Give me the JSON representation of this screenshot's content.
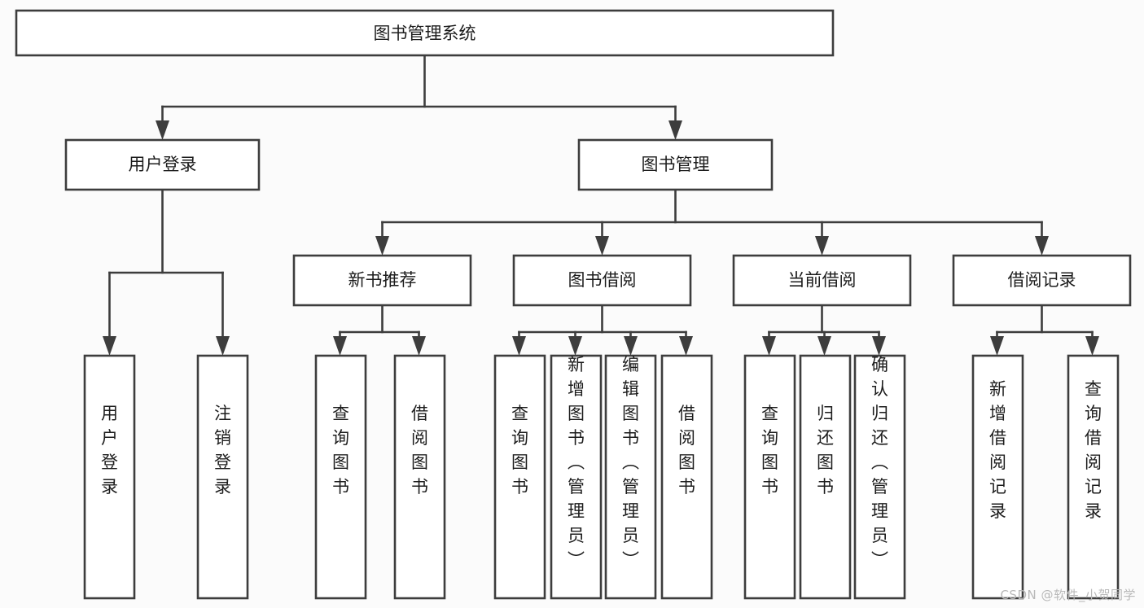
{
  "diagram": {
    "type": "hierarchy-tree",
    "title": "图书管理系统",
    "root": {
      "id": "root",
      "label": "图书管理系统"
    },
    "level2": [
      {
        "id": "user-login",
        "label": "用户登录"
      },
      {
        "id": "book-manage",
        "label": "图书管理"
      }
    ],
    "level3": [
      {
        "id": "new-book-rec",
        "label": "新书推荐",
        "parent": "book-manage"
      },
      {
        "id": "book-borrow",
        "label": "图书借阅",
        "parent": "book-manage"
      },
      {
        "id": "current-borrow",
        "label": "当前借阅",
        "parent": "book-manage"
      },
      {
        "id": "borrow-record",
        "label": "借阅记录",
        "parent": "book-manage"
      }
    ],
    "leaves": [
      {
        "id": "leaf-user-login",
        "label": "用户登录",
        "parent": "user-login"
      },
      {
        "id": "leaf-user-logout",
        "label": "注销登录",
        "parent": "user-login"
      },
      {
        "id": "leaf-rec-query",
        "label": "查询图书",
        "parent": "new-book-rec"
      },
      {
        "id": "leaf-rec-borrow",
        "label": "借阅图书",
        "parent": "new-book-rec"
      },
      {
        "id": "leaf-borrow-query",
        "label": "查询图书",
        "parent": "book-borrow"
      },
      {
        "id": "leaf-borrow-add",
        "label": "新增图书（管理员）",
        "parent": "book-borrow"
      },
      {
        "id": "leaf-borrow-edit",
        "label": "编辑图书（管理员）",
        "parent": "book-borrow"
      },
      {
        "id": "leaf-borrow-lend",
        "label": "借阅图书",
        "parent": "book-borrow"
      },
      {
        "id": "leaf-cur-query",
        "label": "查询图书",
        "parent": "current-borrow"
      },
      {
        "id": "leaf-cur-return",
        "label": "归还图书",
        "parent": "current-borrow"
      },
      {
        "id": "leaf-cur-confirm",
        "label": "确认归还（管理员）",
        "parent": "current-borrow"
      },
      {
        "id": "leaf-rec-add",
        "label": "新增借阅记录",
        "parent": "borrow-record"
      },
      {
        "id": "leaf-rec-search",
        "label": "查询借阅记录",
        "parent": "borrow-record"
      }
    ],
    "colors": {
      "stroke": "#3d3d3d",
      "fill": "#ffffff",
      "text": "#1c1c1c",
      "background": "#fbfbfb",
      "watermark": "#b9b9b9"
    }
  },
  "watermark": {
    "text": "CSDN @软件_小贺同学"
  }
}
